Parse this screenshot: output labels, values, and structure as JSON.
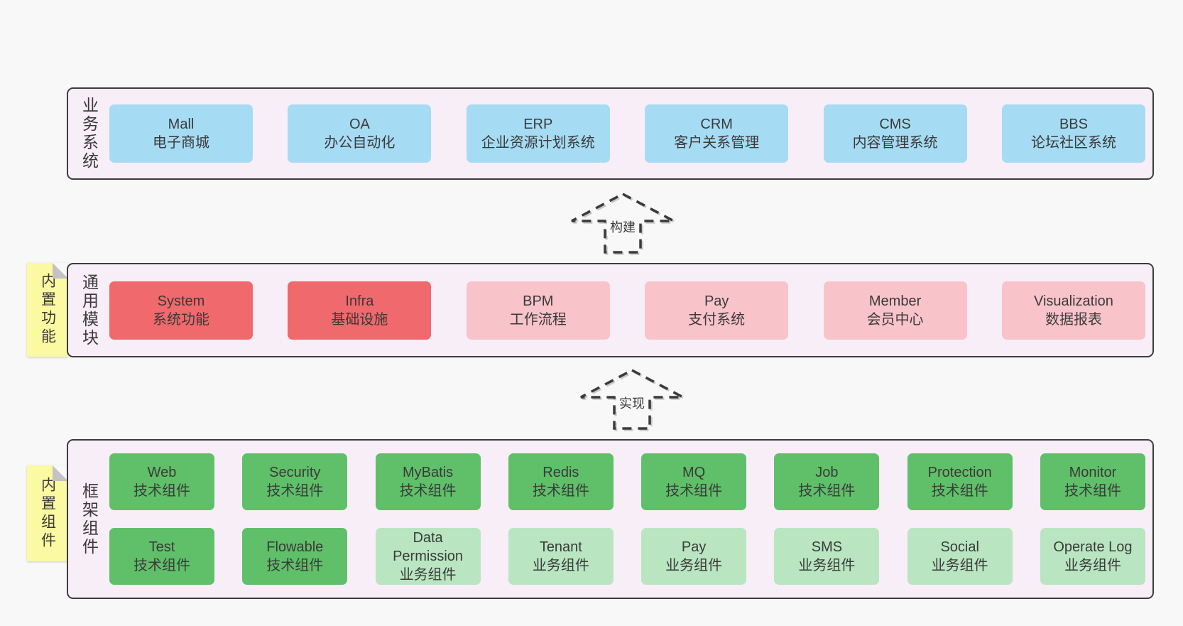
{
  "colors": {
    "page_bg": "#f8f8f8",
    "band_bg": "#f8eef7",
    "band_border": "#3c3c3c",
    "blue": "#a6dcf3",
    "red": "#f0696c",
    "pink": "#f9c3ca",
    "green": "#5fc069",
    "green_light": "#b9e6c1",
    "sticky_yellow": "#fbf9a2",
    "text": "#3a3a3a"
  },
  "bands": [
    {
      "label": "业务系统",
      "items": [
        {
          "name": "Mall",
          "desc": "电子商城"
        },
        {
          "name": "OA",
          "desc": "办公自动化"
        },
        {
          "name": "ERP",
          "desc": "企业资源计划系统"
        },
        {
          "name": "CRM",
          "desc": "客户关系管理"
        },
        {
          "name": "CMS",
          "desc": "内容管理系统"
        },
        {
          "name": "BBS",
          "desc": "论坛社区系统"
        }
      ]
    },
    {
      "label": "通用模块",
      "items": [
        {
          "name": "System",
          "desc": "系统功能"
        },
        {
          "name": "Infra",
          "desc": "基础设施"
        },
        {
          "name": "BPM",
          "desc": "工作流程"
        },
        {
          "name": "Pay",
          "desc": "支付系统"
        },
        {
          "name": "Member",
          "desc": "会员中心"
        },
        {
          "name": "Visualization",
          "desc": "数据报表"
        }
      ]
    },
    {
      "label": "框架组件",
      "rows": [
        [
          {
            "name": "Web",
            "desc": "技术组件"
          },
          {
            "name": "Security",
            "desc": "技术组件"
          },
          {
            "name": "MyBatis",
            "desc": "技术组件"
          },
          {
            "name": "Redis",
            "desc": "技术组件"
          },
          {
            "name": "MQ",
            "desc": "技术组件"
          },
          {
            "name": "Job",
            "desc": "技术组件"
          },
          {
            "name": "Protection",
            "desc": "技术组件"
          },
          {
            "name": "Monitor",
            "desc": "技术组件"
          }
        ],
        [
          {
            "name": "Test",
            "desc": "技术组件"
          },
          {
            "name": "Flowable",
            "desc": "技术组件"
          },
          {
            "name": "Data Permission",
            "desc": "业务组件"
          },
          {
            "name": "Tenant",
            "desc": "业务组件"
          },
          {
            "name": "Pay",
            "desc": "业务组件"
          },
          {
            "name": "SMS",
            "desc": "业务组件"
          },
          {
            "name": "Social",
            "desc": "业务组件"
          },
          {
            "name": "Operate Log",
            "desc": "业务组件"
          }
        ]
      ]
    }
  ],
  "stickies": [
    {
      "label": "内置功能"
    },
    {
      "label": "内置组件"
    }
  ],
  "arrows": [
    {
      "label": "构建"
    },
    {
      "label": "实现"
    }
  ]
}
